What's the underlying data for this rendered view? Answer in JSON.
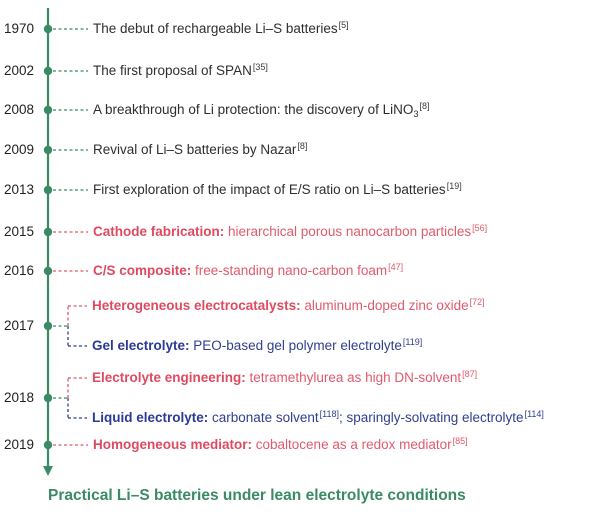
{
  "colors": {
    "axis": "#3a8b63",
    "green_text": "#2e2e2e",
    "red_text": "#e05a6c",
    "blue_text": "#2f3f8f",
    "footer": "#3a8b63"
  },
  "timeline": [
    {
      "year": "1970",
      "events": [
        {
          "tone": "green",
          "keyword": "",
          "text": "The debut of rechargeable Li–S batteries",
          "ref": "[5]"
        }
      ]
    },
    {
      "year": "2002",
      "events": [
        {
          "tone": "green",
          "keyword": "",
          "text": "The first proposal of SPAN",
          "ref": "[35]"
        }
      ]
    },
    {
      "year": "2008",
      "events": [
        {
          "tone": "green",
          "keyword": "",
          "text": "A breakthrough of Li protection: the discovery of LiNO",
          "sub": "3",
          "ref": "[8]"
        }
      ]
    },
    {
      "year": "2009",
      "events": [
        {
          "tone": "green",
          "keyword": "",
          "text": "Revival of Li–S batteries by Nazar",
          "ref": "[8]"
        }
      ]
    },
    {
      "year": "2013",
      "events": [
        {
          "tone": "green",
          "keyword": "",
          "text": "First exploration of the impact of E/S ratio on Li–S batteries",
          "ref": "[19]"
        }
      ]
    },
    {
      "year": "2015",
      "events": [
        {
          "tone": "red",
          "keyword": "Cathode fabrication:",
          "text": " hierarchical porous nanocarbon particles",
          "ref": "[56]"
        }
      ]
    },
    {
      "year": "2016",
      "events": [
        {
          "tone": "red",
          "keyword": "C/S composite:",
          "text": " free-standing nano-carbon foam",
          "ref": "[47]"
        }
      ]
    },
    {
      "year": "2017",
      "events": [
        {
          "tone": "red",
          "keyword": "Heterogeneous electrocatalysts:",
          "text": " aluminum-doped zinc oxide",
          "ref": "[72]"
        },
        {
          "tone": "blue",
          "keyword": "Gel electrolyte:",
          "text": " PEO-based gel polymer electrolyte",
          "ref": "[119]"
        }
      ]
    },
    {
      "year": "2018",
      "events": [
        {
          "tone": "red",
          "keyword": "Electrolyte engineering:",
          "text": " tetramethylurea as high DN-solvent",
          "ref": "[87]"
        },
        {
          "tone": "blue",
          "keyword": "Liquid electrolyte:",
          "text": " carbonate solvent",
          "ref": "[118]",
          "text2": "; sparingly-solvating electrolyte",
          "ref2": "[114]"
        }
      ]
    },
    {
      "year": "2019",
      "events": [
        {
          "tone": "red",
          "keyword": "Homogeneous mediator:",
          "text": " cobaltocene as a redox mediator",
          "ref": "[85]"
        }
      ]
    }
  ],
  "footer": "Practical Li–S batteries under lean electrolyte conditions"
}
